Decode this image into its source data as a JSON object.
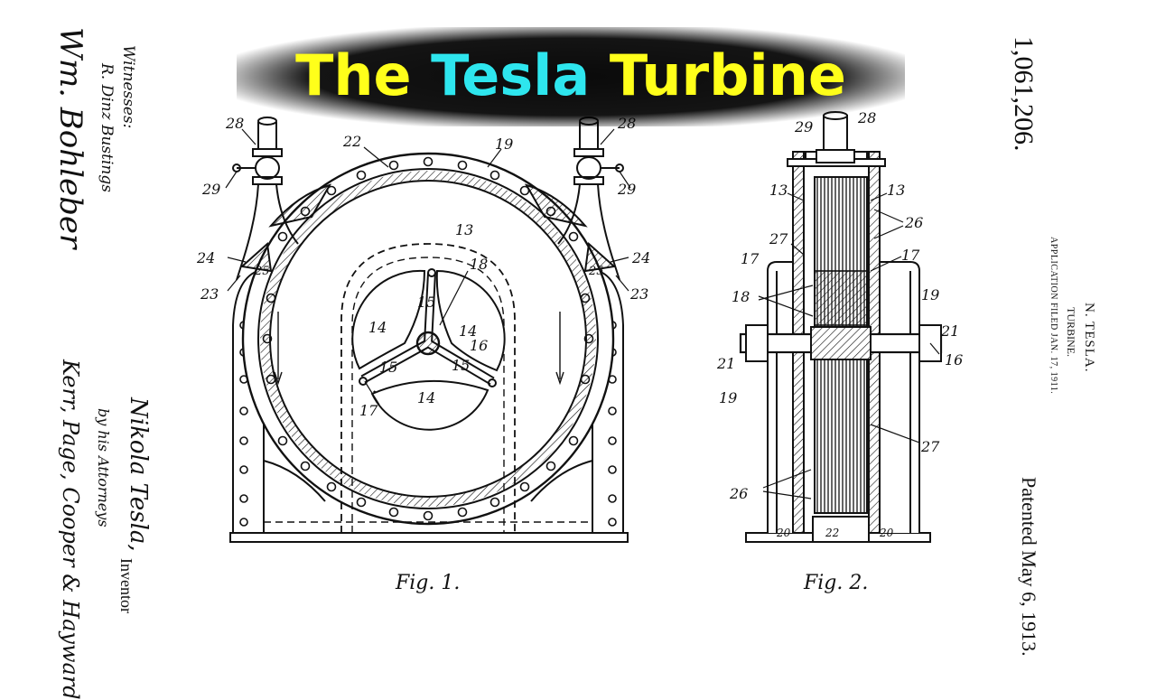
{
  "title": {
    "word1": "The",
    "word2": "Tesla",
    "word3": "Turbine",
    "colors": {
      "yellow": "#ffff1a",
      "cyan": "#2ee6ee",
      "backdrop": "#000000"
    }
  },
  "patent": {
    "number": "1,061,206.",
    "inventor": "N. TESLA.",
    "subject": "TURBINE.",
    "application": "APPLICATION FILED JAN. 17, 1911.",
    "patented": "Patented May 6, 1913."
  },
  "left_margin": {
    "witnesses_label": "Witnesses:",
    "witness_signature_1": "R. Dinz Bustings",
    "witness_signature_2": "Wm. Bohleber",
    "attorneys_signature": "Kerr, Page, Cooper & Hayward",
    "by_his_attorneys": "by his Attorneys",
    "inventor_signature": "Nikola Tesla,",
    "inventor_label": "Inventor"
  },
  "figures": {
    "fig1_caption": "Fig. 1.",
    "fig2_caption": "Fig. 2.",
    "fig1_labels": {
      "l28a": "28",
      "l28b": "28",
      "l29a": "29",
      "l29b": "29",
      "l22": "22",
      "l19": "19",
      "l13": "13",
      "l18": "18",
      "l15a": "15",
      "l15b": "15",
      "l15c": "15",
      "l14a": "14",
      "l14b": "14",
      "l14c": "14",
      "l16": "16",
      "l17": "17",
      "l24a": "24",
      "l24b": "24",
      "l25a": "25",
      "l25b": "25",
      "l23a": "23",
      "l23b": "23"
    },
    "fig2_labels": {
      "l29": "29",
      "l28": "28",
      "l13a": "13",
      "l13b": "13",
      "l26a": "26",
      "l26b": "26",
      "l27a": "27",
      "l27b": "27",
      "l17a": "17",
      "l17b": "17",
      "l18": "18",
      "l19a": "19",
      "l19b": "19",
      "l21a": "21",
      "l21b": "21",
      "l16": "16",
      "l20a": "20",
      "l20b": "20",
      "l22": "22"
    }
  }
}
